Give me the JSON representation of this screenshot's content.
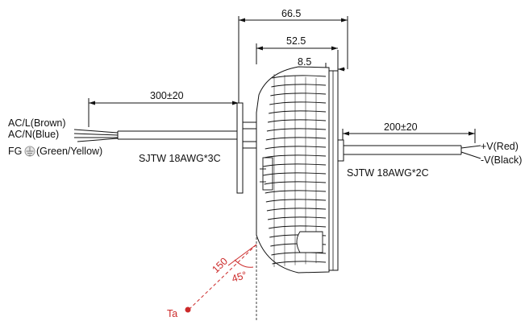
{
  "dimensions": {
    "overall_depth": "66.5",
    "body_depth": "52.5",
    "flange": "8.5",
    "input_cable_length": "300±20",
    "output_cable_length": "200±20",
    "probe_distance": "150",
    "probe_angle": "45°"
  },
  "input_wires": {
    "line": "AC/L(Brown)",
    "neutral": "AC/N(Blue)",
    "ground_prefix": "FG",
    "ground_suffix": "(Green/Yellow)",
    "cable_spec": "SJTW 18AWG*3C"
  },
  "output_wires": {
    "positive": "+V(Red)",
    "negative": "-V(Black)",
    "cable_spec": "SJTW 18AWG*2C"
  },
  "probe": {
    "label": "Ta"
  },
  "colors": {
    "ink": "#111111",
    "probe_red": "#cc2a2a",
    "ground_symbol": "#9a9a9a"
  },
  "icons": {
    "ground": "earth-ground-symbol"
  }
}
